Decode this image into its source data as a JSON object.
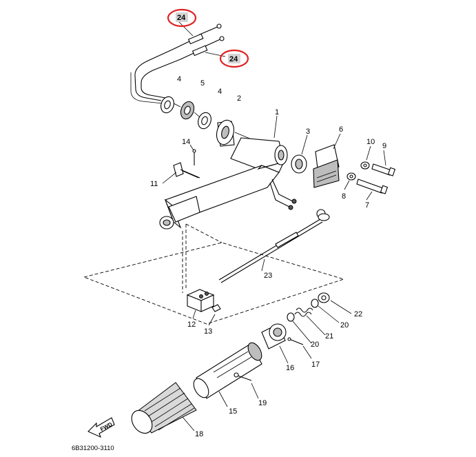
{
  "diagram_code": "6B31200-3110",
  "fwd_label": "FWD",
  "highlight_color": "#e02020",
  "callouts": {
    "p1": "1",
    "p2": "2",
    "p3": "3",
    "p4a": "4",
    "p4b": "4",
    "p5": "5",
    "p6": "6",
    "p7": "7",
    "p8": "8",
    "p9": "9",
    "p10": "10",
    "p11": "11",
    "p12": "12",
    "p13": "13",
    "p14": "14",
    "p15": "15",
    "p16": "16",
    "p17": "17",
    "p18": "18",
    "p19": "19",
    "p20a": "20",
    "p20b": "20",
    "p21": "21",
    "p22": "22",
    "p23": "23",
    "p24a": "24",
    "p24b": "24"
  }
}
